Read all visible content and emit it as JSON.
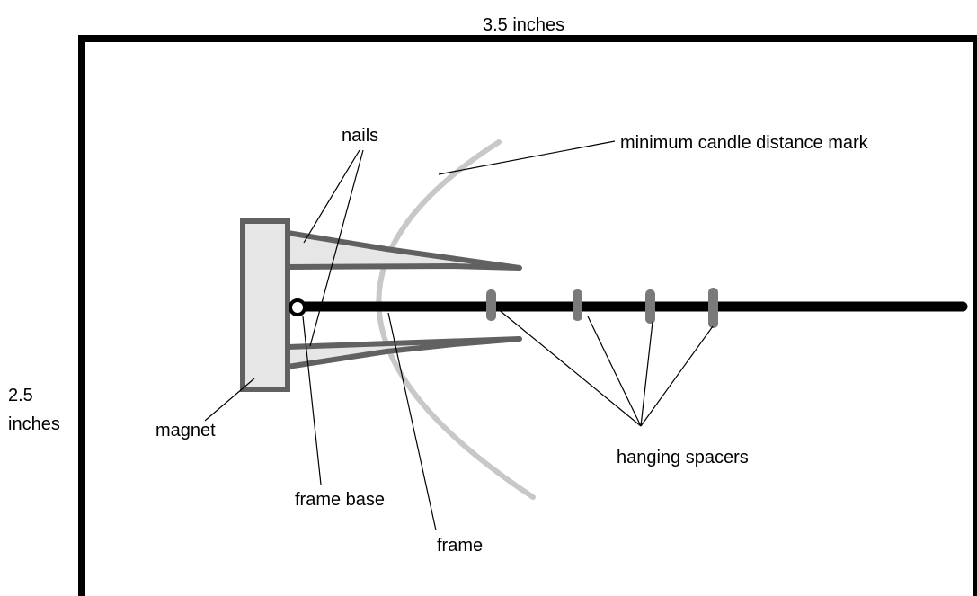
{
  "dimensions": {
    "width_label": "3.5 inches",
    "height_label_line1": "2.5",
    "height_label_line2": "inches"
  },
  "labels": {
    "nails": "nails",
    "min_candle_mark": "minimum candle distance mark",
    "magnet": "magnet",
    "frame_base": "frame base",
    "frame": "frame",
    "hanging_spacers": "hanging spacers"
  },
  "colors": {
    "border": "#000000",
    "magnet_fill": "#e6e6e6",
    "nail_outline": "#616161",
    "nail_fill": "#e6e6e6",
    "arc": "#c8c8c8",
    "frame_rod": "#000000",
    "spacer": "#7a7a7a",
    "leader": "#000000"
  }
}
